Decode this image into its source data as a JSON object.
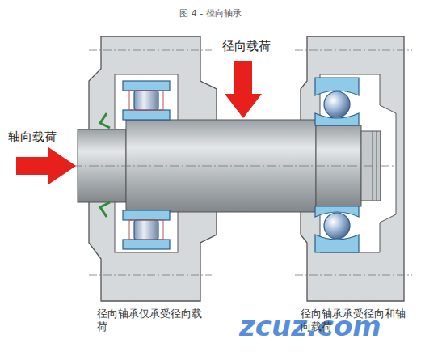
{
  "diagram": {
    "title": "图 4 - 径向轴承",
    "labels": [
      "径向载荷",
      "轴向载荷",
      "径向轴承仅承受径向载荷",
      "zcuz.com",
      "径向轴承承受径向和轴向载荷"
    ]
  }
}
